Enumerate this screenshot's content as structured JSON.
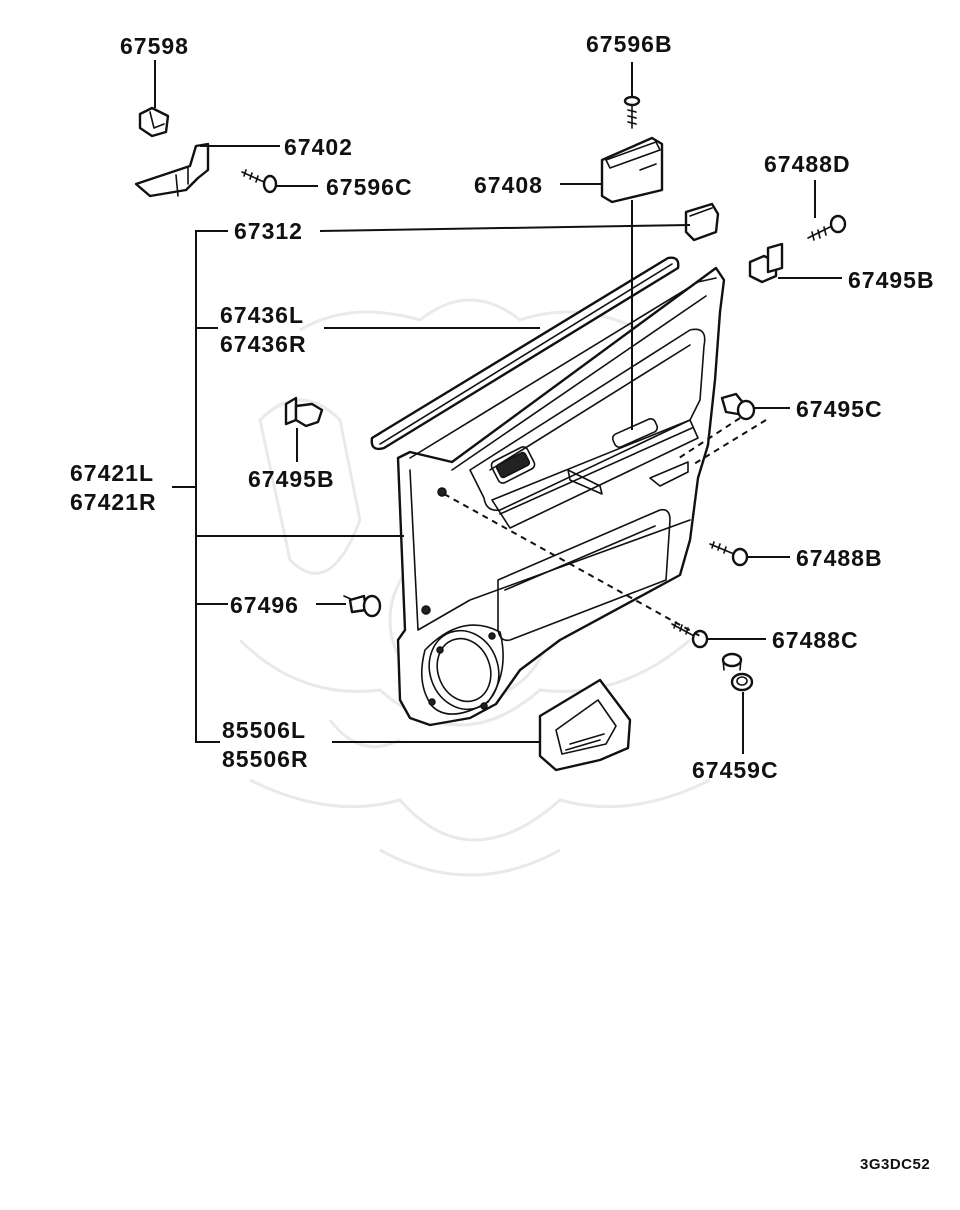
{
  "labels": {
    "p67598": "67598",
    "p67596b": "67596B",
    "p67402": "67402",
    "p67596c": "67596C",
    "p67408": "67408",
    "p67488d": "67488D",
    "p67312": "67312",
    "p67495b_top": "67495B",
    "p67436l": "67436L",
    "p67436r": "67436R",
    "p67495c": "67495C",
    "p67421l": "67421L",
    "p67421r": "67421R",
    "p67495b_mid": "67495B",
    "p67488b": "67488B",
    "p67496": "67496",
    "p67488c": "67488C",
    "p85506l": "85506L",
    "p85506r": "85506R",
    "p67459c": "67459C"
  },
  "diagram_code": "3G3DC52"
}
